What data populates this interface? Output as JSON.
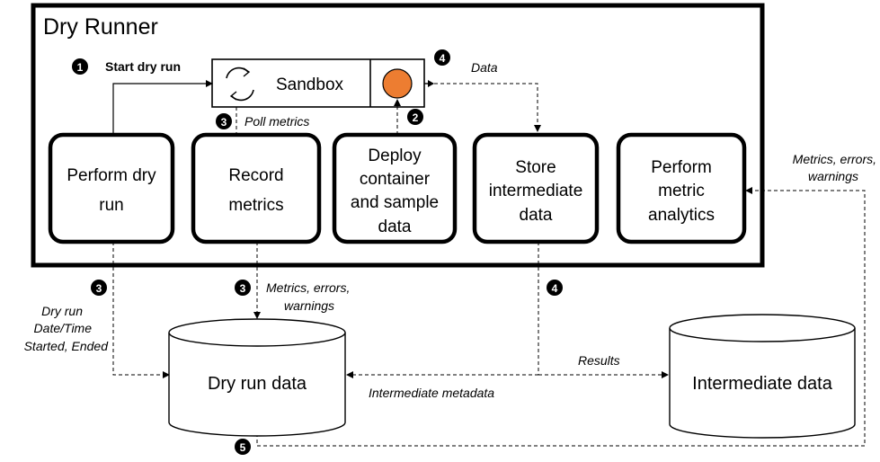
{
  "title": "Dry Runner",
  "sandbox": {
    "label": "Sandbox"
  },
  "steps": {
    "start_dry_run": "Start dry run",
    "poll_metrics": "Poll metrics",
    "data": "Data"
  },
  "badges": [
    "1",
    "2",
    "3",
    "3",
    "3",
    "4",
    "4",
    "5"
  ],
  "boxes": {
    "perform_dry_run": [
      "Perform dry",
      "run"
    ],
    "record_metrics": [
      "Record",
      "metrics"
    ],
    "deploy": [
      "Deploy",
      "container",
      "and sample",
      "data"
    ],
    "store": [
      "Store",
      "intermediate",
      "data"
    ],
    "analytics": [
      "Perform",
      "metric",
      "analytics"
    ]
  },
  "labels": {
    "dryrun_meta": [
      "Dry run",
      "Date/Time",
      "Started, Ended"
    ],
    "metrics_mid": [
      "Metrics, errors,",
      "warnings"
    ],
    "metrics_right": [
      "Metrics, errors,",
      "warnings"
    ],
    "results": "Results",
    "intermediate_metadata": "Intermediate metadata"
  },
  "stores": {
    "dry_run_data": "Dry run data",
    "intermediate_data": "Intermediate data"
  },
  "colors": {
    "dot": "#ED7D31"
  }
}
